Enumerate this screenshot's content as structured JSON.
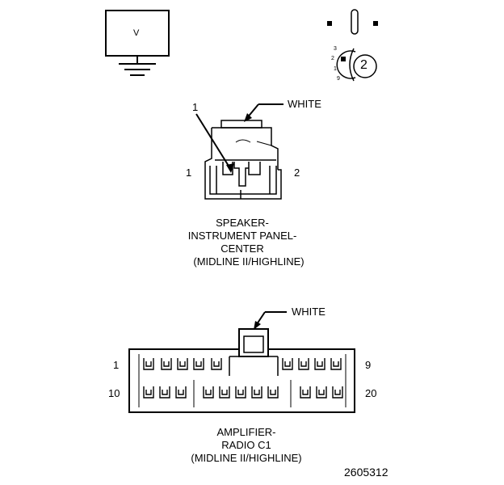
{
  "meter_symbol": {
    "label": "V",
    "icon": "voltmeter-ground-icon"
  },
  "dmm_icon": {
    "icon": "multimeter-selector-icon",
    "dial_label": "2",
    "scale": [
      "3",
      "2",
      "1",
      "9"
    ]
  },
  "speaker_connector": {
    "wire_color_label": "WHITE",
    "callout_number": "1",
    "pin_left": "1",
    "pin_right": "2",
    "caption": [
      "SPEAKER-",
      "INSTRUMENT PANEL-",
      "CENTER",
      "(MIDLINE II/HIGHLINE)"
    ]
  },
  "amplifier_connector": {
    "wire_color_label": "WHITE",
    "pin_top_left": "1",
    "pin_top_right": "9",
    "pin_bottom_left": "10",
    "pin_bottom_right": "20",
    "caption": [
      "AMPLIFIER-",
      "RADIO C1",
      "(MIDLINE II/HIGHLINE)"
    ]
  },
  "figure_number": "2605312"
}
